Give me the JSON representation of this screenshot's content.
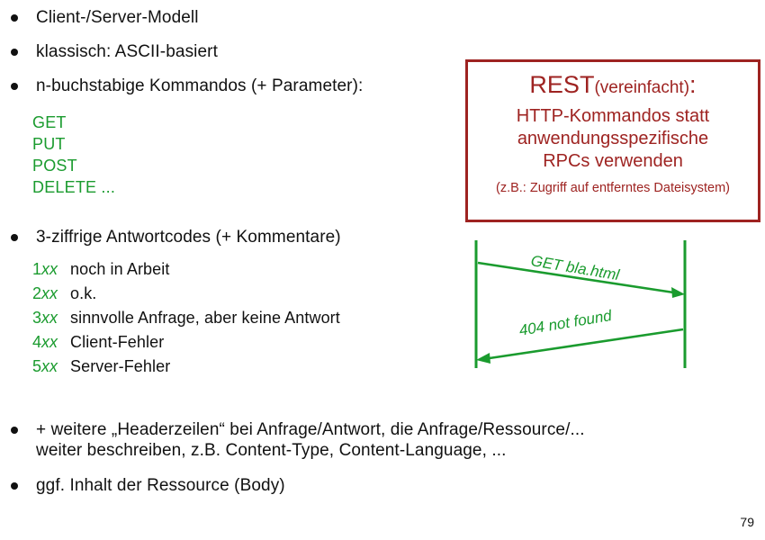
{
  "slide": {
    "page_number": "79",
    "colors": {
      "text": "#111111",
      "green": "#1a9b2e",
      "dark_red": "#9e2321",
      "background": "#ffffff"
    },
    "bullets": [
      {
        "text": "Client-/Server-Modell"
      },
      {
        "text": "klassisch: ASCII-basiert"
      },
      {
        "text": "n-buchstabige Kommandos (+ Parameter):"
      },
      {
        "text": "3-ziffrige Antwortcodes (+ Kommentare)"
      },
      {
        "text": "+ weitere „Headerzeilen“ bei Anfrage/Antwort, die Anfrage/Ressource/...\nweiter beschreiben, z.B. Content-Type, Content-Language, ..."
      },
      {
        "text": "ggf. Inhalt der Ressource (Body)"
      }
    ],
    "methods": [
      "GET",
      "PUT",
      "POST",
      "DELETE ..."
    ],
    "status_codes": [
      {
        "digit": "1",
        "suffix": "xx",
        "description": "noch in Arbeit"
      },
      {
        "digit": "2",
        "suffix": "xx",
        "description": "o.k."
      },
      {
        "digit": "3",
        "suffix": "xx",
        "description": "sinnvolle Anfrage, aber keine Antwort"
      },
      {
        "digit": "4",
        "suffix": "xx",
        "description": "Client-Fehler"
      },
      {
        "digit": "5",
        "suffix": "xx",
        "description": "Server-Fehler"
      }
    ],
    "rest_box": {
      "title_main": "REST",
      "title_paren": "(vereinfacht)",
      "title_colon": ":",
      "body": "HTTP-Kommandos statt\nanwendungsspezifische\nRPCs verwenden",
      "note": "(z.B.: Zugriff auf entferntes Dateisystem)"
    },
    "sequence_diagram": {
      "request_label": "GET bla.html",
      "response_label": "404 not found"
    }
  }
}
